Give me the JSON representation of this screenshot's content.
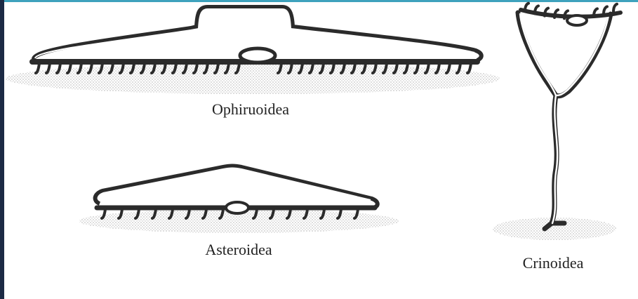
{
  "labels": {
    "ophiuroidea": "Ophiruoidea",
    "asteroidea": "Asteroidea",
    "crinoidea": "Crinoidea"
  },
  "colors": {
    "ink": "#2b2b2b",
    "sediment_dots": "#8a8a8a",
    "frame_left": "#1c2a44",
    "frame_top": "#3ea2bd"
  }
}
